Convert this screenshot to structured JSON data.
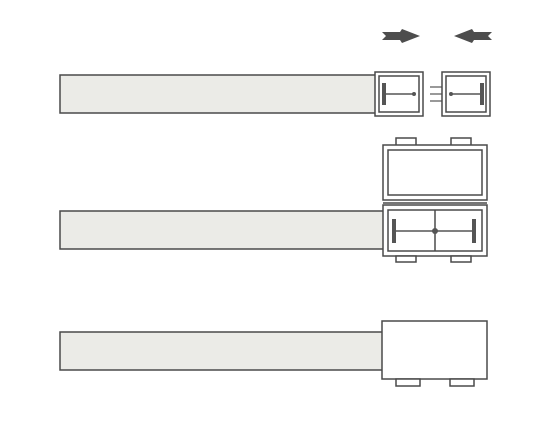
{
  "diagram": {
    "steps": [
      {
        "id": "step-1",
        "state": "insert"
      },
      {
        "id": "step-2",
        "state": "lid-open"
      },
      {
        "id": "step-3",
        "state": "closed"
      }
    ],
    "colors": {
      "background": "#ffffff",
      "strip_fill": "#ebebe7",
      "outline": "#4a4a4a",
      "contact": "#555555",
      "arrow": "#4d4d4d"
    },
    "icons": {
      "push_right": "arrow-right-icon",
      "push_left": "arrow-left-icon"
    }
  }
}
